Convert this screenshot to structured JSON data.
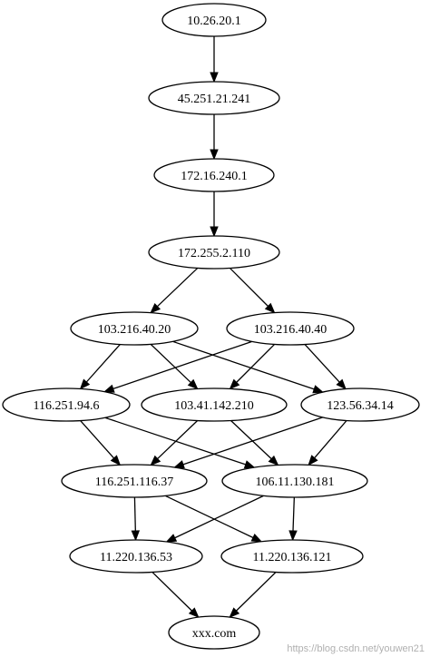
{
  "graph": {
    "nodes": [
      {
        "id": "n1",
        "label": "10.26.20.1"
      },
      {
        "id": "n2",
        "label": "45.251.21.241"
      },
      {
        "id": "n3",
        "label": "172.16.240.1"
      },
      {
        "id": "n4",
        "label": "172.255.2.110"
      },
      {
        "id": "n5",
        "label": "103.216.40.20"
      },
      {
        "id": "n6",
        "label": "103.216.40.40"
      },
      {
        "id": "n7",
        "label": "116.251.94.6"
      },
      {
        "id": "n8",
        "label": "103.41.142.210"
      },
      {
        "id": "n9",
        "label": "123.56.34.14"
      },
      {
        "id": "n10",
        "label": "116.251.116.37"
      },
      {
        "id": "n11",
        "label": "106.11.130.181"
      },
      {
        "id": "n12",
        "label": "11.220.136.53"
      },
      {
        "id": "n13",
        "label": "11.220.136.121"
      },
      {
        "id": "n14",
        "label": "xxx.com"
      }
    ],
    "edges": [
      {
        "from": "n1",
        "to": "n2"
      },
      {
        "from": "n2",
        "to": "n3"
      },
      {
        "from": "n3",
        "to": "n4"
      },
      {
        "from": "n4",
        "to": "n5"
      },
      {
        "from": "n4",
        "to": "n6"
      },
      {
        "from": "n5",
        "to": "n7"
      },
      {
        "from": "n5",
        "to": "n8"
      },
      {
        "from": "n5",
        "to": "n9"
      },
      {
        "from": "n6",
        "to": "n7"
      },
      {
        "from": "n6",
        "to": "n8"
      },
      {
        "from": "n6",
        "to": "n9"
      },
      {
        "from": "n7",
        "to": "n10"
      },
      {
        "from": "n7",
        "to": "n11"
      },
      {
        "from": "n8",
        "to": "n10"
      },
      {
        "from": "n8",
        "to": "n11"
      },
      {
        "from": "n9",
        "to": "n10"
      },
      {
        "from": "n9",
        "to": "n11"
      },
      {
        "from": "n10",
        "to": "n12"
      },
      {
        "from": "n10",
        "to": "n13"
      },
      {
        "from": "n11",
        "to": "n12"
      },
      {
        "from": "n11",
        "to": "n13"
      },
      {
        "from": "n12",
        "to": "n14"
      },
      {
        "from": "n13",
        "to": "n14"
      }
    ]
  },
  "watermark": "https://blog.csdn.net/youwen21"
}
